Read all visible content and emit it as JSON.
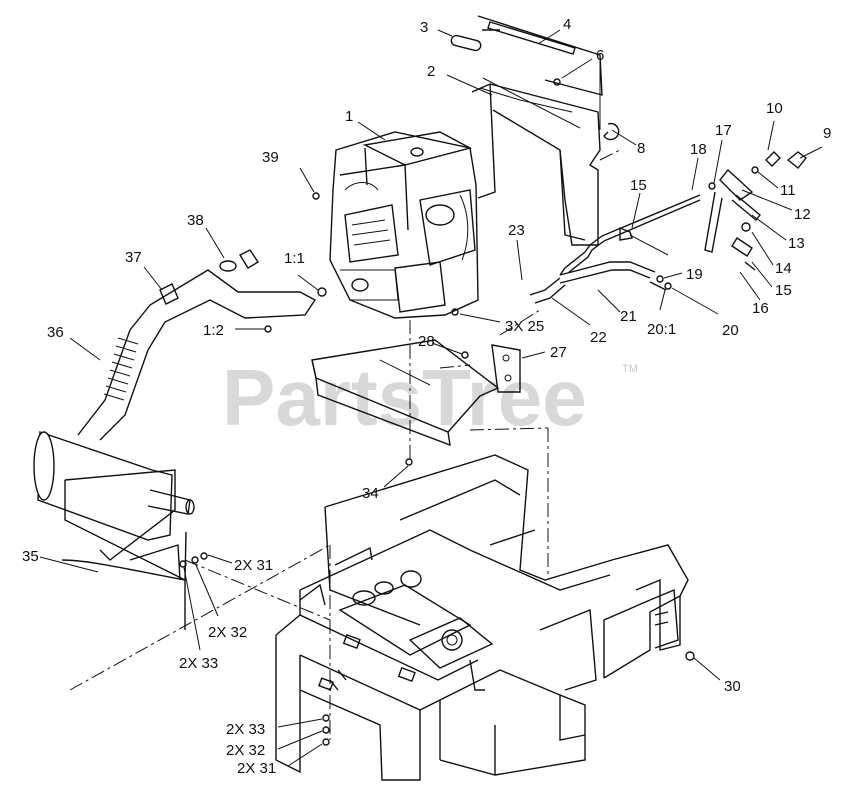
{
  "watermark": {
    "text": "PartsTree",
    "trademark": "TM"
  },
  "callouts": [
    {
      "id": "c1",
      "text": "1"
    },
    {
      "id": "c2",
      "text": "2"
    },
    {
      "id": "c3",
      "text": "3"
    },
    {
      "id": "c4",
      "text": "4"
    },
    {
      "id": "c6",
      "text": "6"
    },
    {
      "id": "c8",
      "text": "8"
    },
    {
      "id": "c9",
      "text": "9"
    },
    {
      "id": "c10",
      "text": "10"
    },
    {
      "id": "c11",
      "text": "11"
    },
    {
      "id": "c12",
      "text": "12"
    },
    {
      "id": "c13",
      "text": "13"
    },
    {
      "id": "c14",
      "text": "14"
    },
    {
      "id": "c15a",
      "text": "15"
    },
    {
      "id": "c15b",
      "text": "15"
    },
    {
      "id": "c16",
      "text": "16"
    },
    {
      "id": "c17",
      "text": "17"
    },
    {
      "id": "c18",
      "text": "18"
    },
    {
      "id": "c19",
      "text": "19"
    },
    {
      "id": "c20",
      "text": "20"
    },
    {
      "id": "c201",
      "text": "20:1"
    },
    {
      "id": "c21",
      "text": "21"
    },
    {
      "id": "c22",
      "text": "22"
    },
    {
      "id": "c23",
      "text": "23"
    },
    {
      "id": "c25",
      "text": "3X 25"
    },
    {
      "id": "c27",
      "text": "27"
    },
    {
      "id": "c28",
      "text": "28"
    },
    {
      "id": "c30",
      "text": "30"
    },
    {
      "id": "c31a",
      "text": "2X 31"
    },
    {
      "id": "c31b",
      "text": "2X 31"
    },
    {
      "id": "c32a",
      "text": "2X 32"
    },
    {
      "id": "c32b",
      "text": "2X 32"
    },
    {
      "id": "c33a",
      "text": "2X 33"
    },
    {
      "id": "c33b",
      "text": "2X 33"
    },
    {
      "id": "c34",
      "text": "34"
    },
    {
      "id": "c35",
      "text": "35"
    },
    {
      "id": "c36",
      "text": "36"
    },
    {
      "id": "c37",
      "text": "37"
    },
    {
      "id": "c38",
      "text": "38"
    },
    {
      "id": "c39",
      "text": "39"
    },
    {
      "id": "c11s",
      "text": "1:1"
    },
    {
      "id": "c12s",
      "text": "1:2"
    }
  ]
}
